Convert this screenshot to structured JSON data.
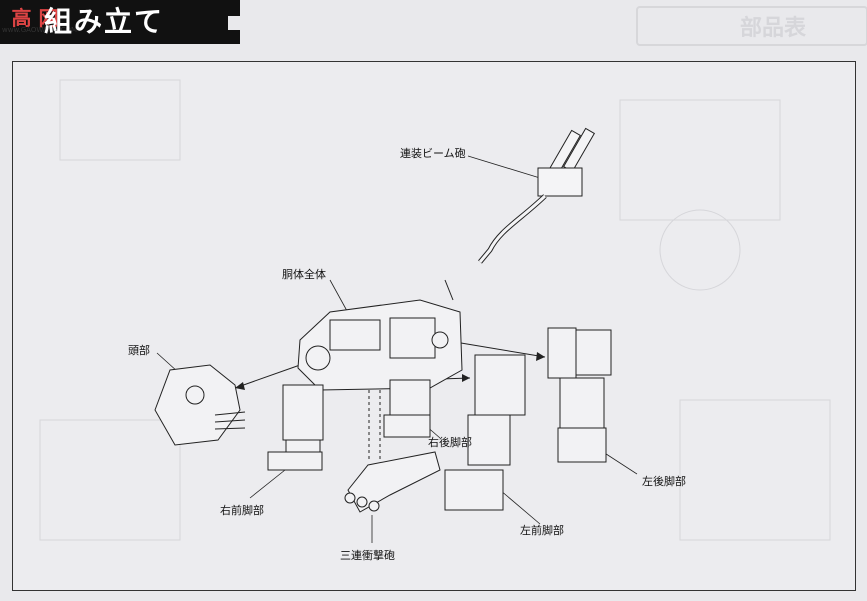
{
  "header": {
    "title": "組み立て",
    "ghost_title": "部品表",
    "logo_text": "高 网",
    "logo_sub": "www.GAOWANG.COM"
  },
  "labels": {
    "beam_cannon": "連装ビーム砲",
    "torso": "胴体全体",
    "head": "頭部",
    "right_front_leg": "右前脚部",
    "right_rear_leg": "右後脚部",
    "left_rear_leg": "左後脚部",
    "left_front_leg": "左前脚部",
    "triple_cannon": "三連衝撃砲"
  }
}
